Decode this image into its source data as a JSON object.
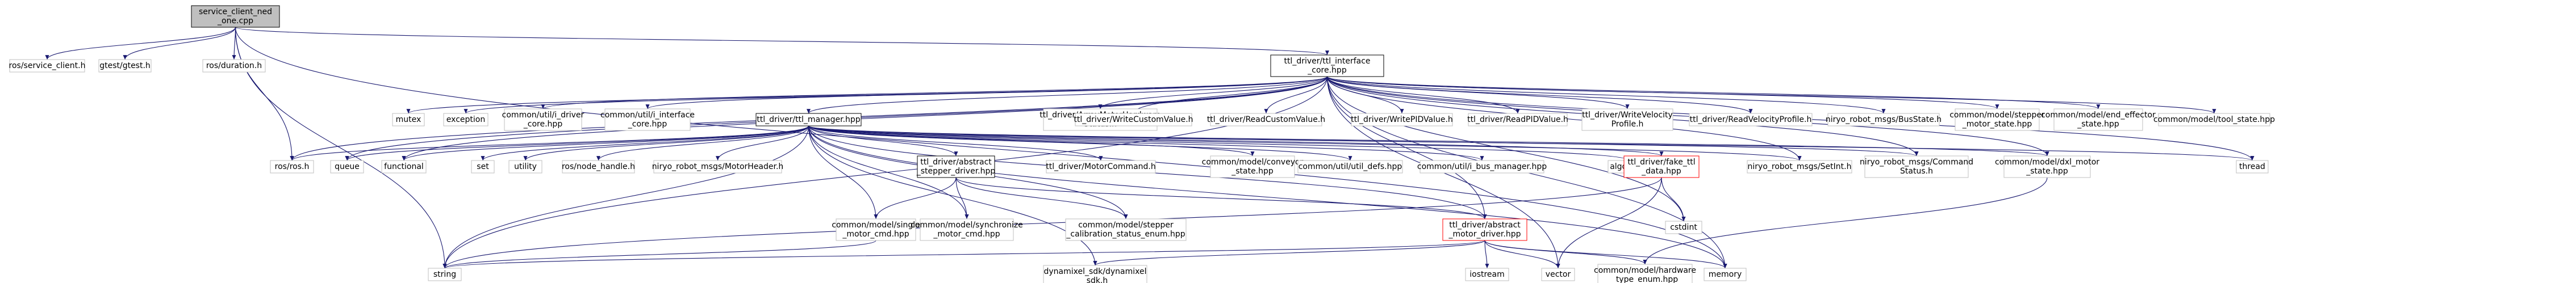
{
  "diagram": {
    "type": "include-dependency-graph",
    "edge_color": "#191970",
    "root_fill": "#bfbfbf",
    "highlight_border": "#ff0000",
    "node_border": "#bfbfbf",
    "nodes": [
      {
        "id": "root",
        "lines": [
          "service_client_ned",
          "_one.cpp"
        ],
        "style": "root"
      },
      {
        "id": "ros_service_client",
        "lines": [
          "ros/service_client.h"
        ]
      },
      {
        "id": "gtest",
        "lines": [
          "gtest/gtest.h"
        ]
      },
      {
        "id": "ros_duration",
        "lines": [
          "ros/duration.h"
        ]
      },
      {
        "id": "ttl_interface_core",
        "lines": [
          "ttl_driver/ttl_interface",
          "_core.hpp"
        ],
        "style": "linked"
      },
      {
        "id": "ros_ros",
        "lines": [
          "ros/ros.h"
        ]
      },
      {
        "id": "string",
        "lines": [
          "string"
        ]
      },
      {
        "id": "memory",
        "lines": [
          "memory"
        ]
      },
      {
        "id": "mutex",
        "lines": [
          "mutex"
        ]
      },
      {
        "id": "exception",
        "lines": [
          "exception"
        ]
      },
      {
        "id": "driver_core",
        "lines": [
          "common/util/i_driver",
          "_core.hpp"
        ]
      },
      {
        "id": "interface_core",
        "lines": [
          "common/util/i_interface",
          "_core.hpp"
        ]
      },
      {
        "id": "ttl_manager",
        "lines": [
          "ttl_driver/ttl_manager.hpp"
        ],
        "style": "linked"
      },
      {
        "id": "array_motor_hw",
        "lines": [
          "ttl_driver/ArrayMotorHardware",
          "Status.h"
        ]
      },
      {
        "id": "write_custom",
        "lines": [
          "ttl_driver/WriteCustomValue.h"
        ]
      },
      {
        "id": "read_custom",
        "lines": [
          "ttl_driver/ReadCustomValue.h"
        ]
      },
      {
        "id": "write_pid",
        "lines": [
          "ttl_driver/WritePIDValue.h"
        ]
      },
      {
        "id": "read_pid",
        "lines": [
          "ttl_driver/ReadPIDValue.h"
        ]
      },
      {
        "id": "write_velocity",
        "lines": [
          "ttl_driver/WriteVelocity",
          "Profile.h"
        ]
      },
      {
        "id": "read_velocity",
        "lines": [
          "ttl_driver/ReadVelocityProfile.h"
        ]
      },
      {
        "id": "bus_state",
        "lines": [
          "niryo_robot_msgs/BusState.h"
        ]
      },
      {
        "id": "stepper_motor_state",
        "lines": [
          "common/model/stepper",
          "_motor_state.hpp"
        ]
      },
      {
        "id": "end_effector_state",
        "lines": [
          "common/model/end_effector",
          "_state.hpp"
        ]
      },
      {
        "id": "tool_state",
        "lines": [
          "common/model/tool_state.hpp"
        ]
      },
      {
        "id": "queue",
        "lines": [
          "queue"
        ]
      },
      {
        "id": "functional",
        "lines": [
          "functional"
        ]
      },
      {
        "id": "set",
        "lines": [
          "set"
        ]
      },
      {
        "id": "utility",
        "lines": [
          "utility"
        ]
      },
      {
        "id": "node_handle",
        "lines": [
          "ros/node_handle.h"
        ]
      },
      {
        "id": "motor_header",
        "lines": [
          "niryo_robot_msgs/MotorHeader.h"
        ]
      },
      {
        "id": "stepper_driver",
        "lines": [
          "ttl_driver/abstract",
          "_stepper_driver.hpp"
        ],
        "style": "linked"
      },
      {
        "id": "motor_command",
        "lines": [
          "ttl_driver/MotorCommand.h"
        ]
      },
      {
        "id": "conveyor_state",
        "lines": [
          "common/model/conveyor",
          "_state.hpp"
        ]
      },
      {
        "id": "util_defs",
        "lines": [
          "common/util/util_defs.hpp"
        ]
      },
      {
        "id": "bus_manager",
        "lines": [
          "common/util/i_bus_manager.hpp"
        ]
      },
      {
        "id": "algorithm",
        "lines": [
          "algorithm"
        ]
      },
      {
        "id": "fake_ttl",
        "lines": [
          "ttl_driver/fake_ttl",
          "_data.hpp"
        ],
        "style": "highlight"
      },
      {
        "id": "setint",
        "lines": [
          "niryo_robot_msgs/SetInt.h"
        ]
      },
      {
        "id": "command_status",
        "lines": [
          "niryo_robot_msgs/Command",
          "Status.h"
        ]
      },
      {
        "id": "dxl_motor_state",
        "lines": [
          "common/model/dxl_motor",
          "_state.hpp"
        ]
      },
      {
        "id": "thread",
        "lines": [
          "thread"
        ]
      },
      {
        "id": "single_motor_cmd",
        "lines": [
          "common/model/single",
          "_motor_cmd.hpp"
        ]
      },
      {
        "id": "synchronize_motor_cmd",
        "lines": [
          "common/model/synchronize",
          "_motor_cmd.hpp"
        ]
      },
      {
        "id": "stepper_calibration",
        "lines": [
          "common/model/stepper",
          "_calibration_status_enum.hpp"
        ]
      },
      {
        "id": "cstdint",
        "lines": [
          "cstdint"
        ]
      },
      {
        "id": "motor_driver",
        "lines": [
          "ttl_driver/abstract",
          "_motor_driver.hpp"
        ],
        "style": "highlight"
      },
      {
        "id": "iostream",
        "lines": [
          "iostream"
        ]
      },
      {
        "id": "vector",
        "lines": [
          "vector"
        ]
      },
      {
        "id": "hardware_type_enum",
        "lines": [
          "common/model/hardware",
          "_type_enum.hpp"
        ]
      },
      {
        "id": "dynamixel_sdk",
        "lines": [
          "dynamixel_sdk/dynamixel",
          "_sdk.h"
        ]
      }
    ]
  }
}
